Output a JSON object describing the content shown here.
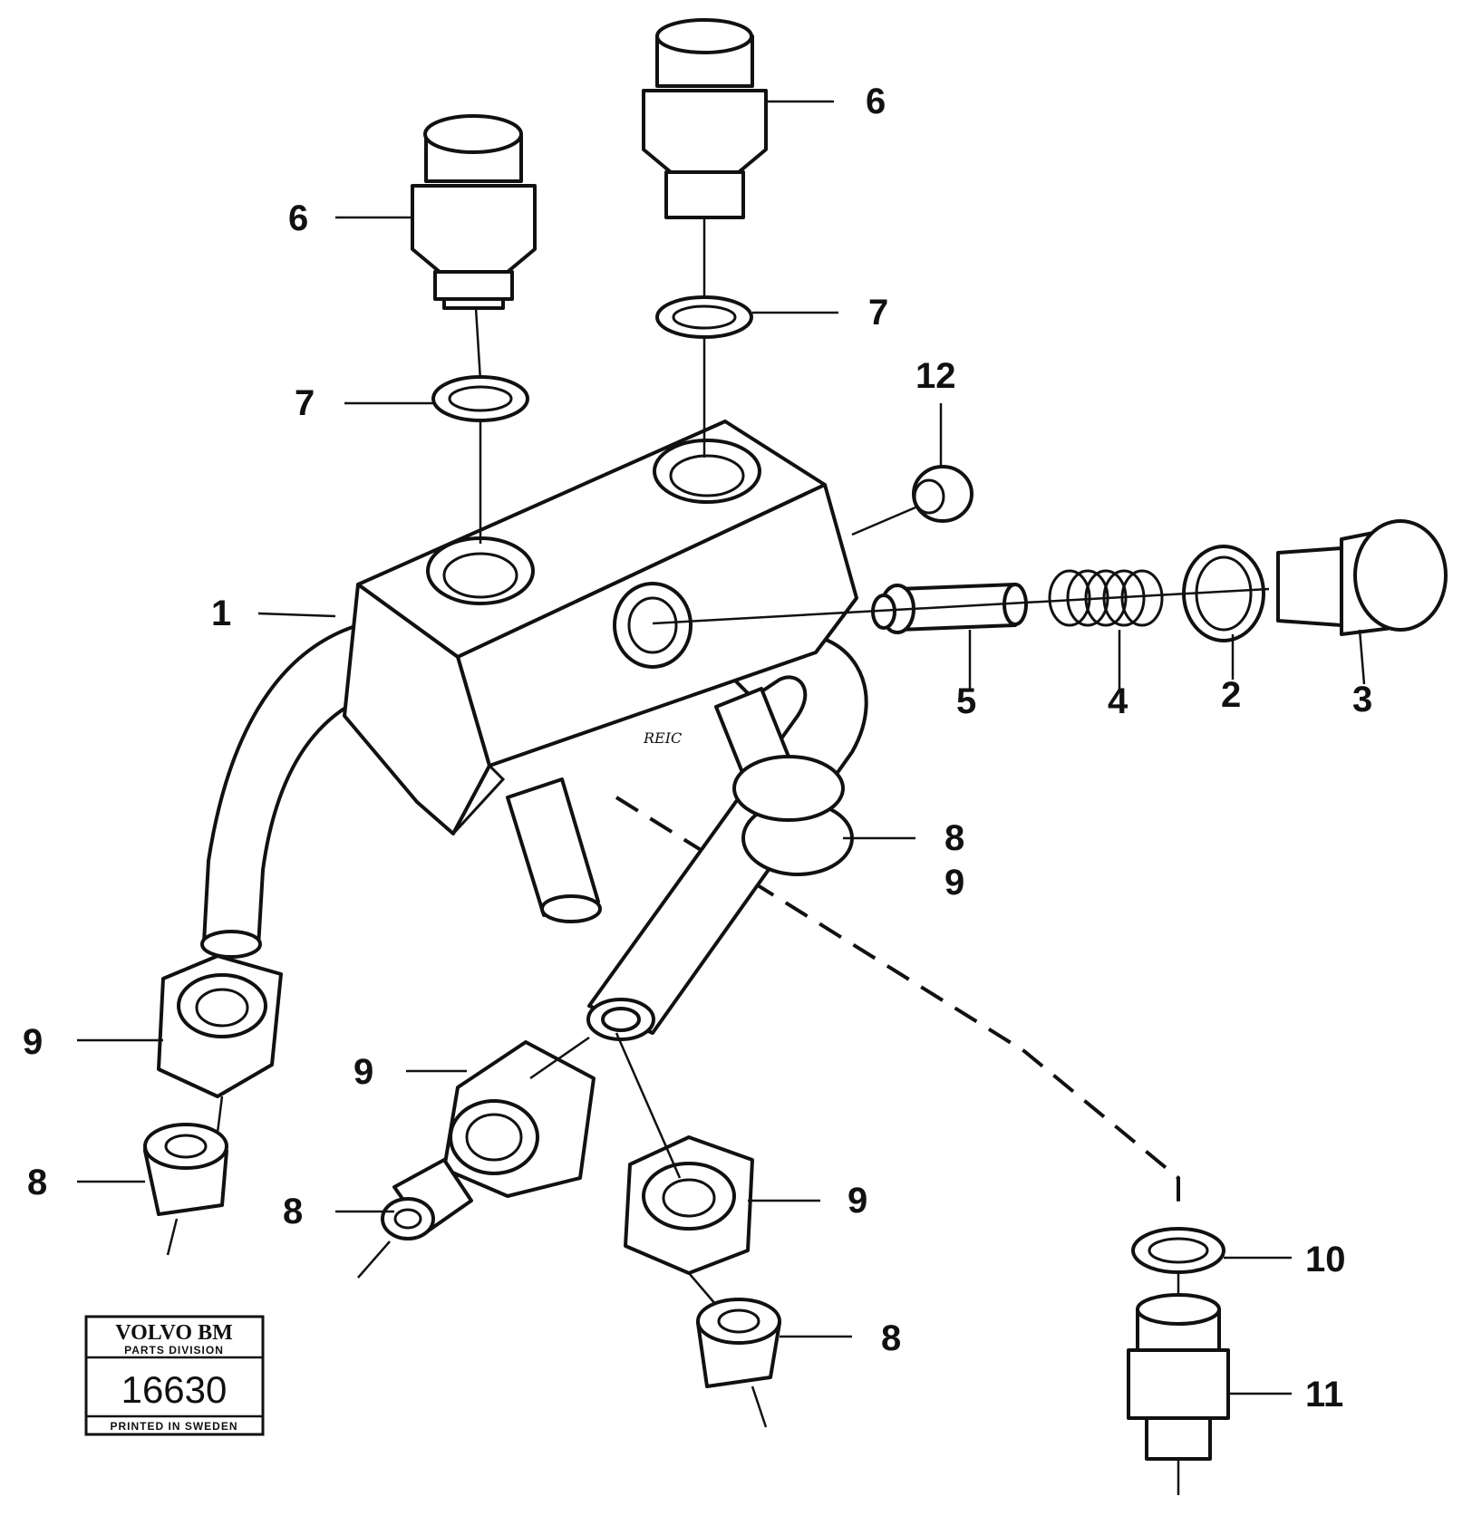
{
  "callouts": {
    "c1": "1",
    "c2": "2",
    "c3": "3",
    "c4": "4",
    "c5": "5",
    "c6a": "6",
    "c6b": "6",
    "c7a": "7",
    "c7b": "7",
    "c8a": "8",
    "c9a": "9",
    "c9b": "9",
    "c9c": "9",
    "c9d": "9",
    "c8b": "8",
    "c8c": "8",
    "c8d": "8",
    "c10": "10",
    "c11": "11",
    "c12": "12"
  },
  "stamp": {
    "brand": "VOLVO BM",
    "division": "PARTS DIVISION",
    "number": "16630",
    "printed": "PRINTED IN SWEDEN"
  },
  "block_marking": "REIC"
}
